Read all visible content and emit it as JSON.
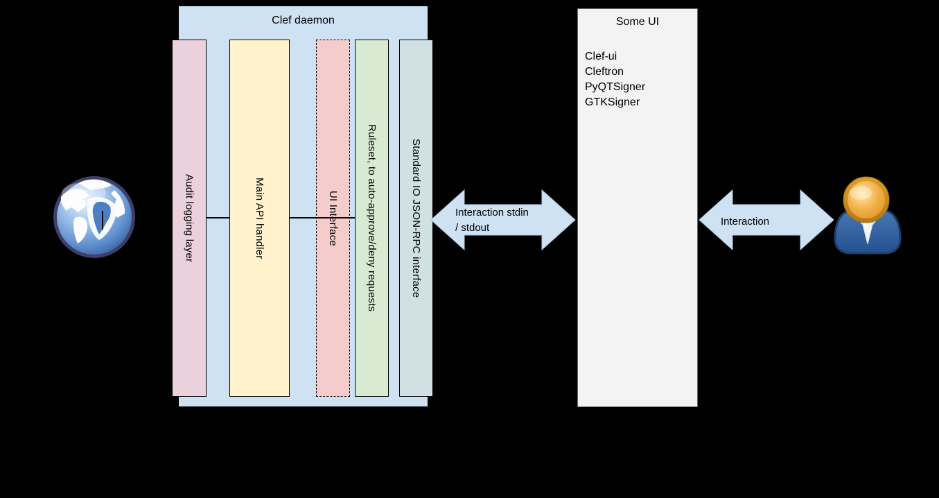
{
  "diagram": {
    "background_color": "#000000",
    "clef_daemon": {
      "title": "Clef daemon",
      "fill": "#cfe2f3",
      "bars": [
        {
          "label": "Audit logging layer",
          "fill": "#ead1dc",
          "border_style": "solid"
        },
        {
          "label": "Main API handler",
          "fill": "#fff2cc",
          "border_style": "solid"
        },
        {
          "label": "UI Interface",
          "fill": "#f4cccc",
          "border_style": "dashed"
        },
        {
          "label": "Ruleset, to auto-approve/deny requests",
          "fill": "#d9ead3",
          "border_style": "solid"
        },
        {
          "label": "Standard IO JSON-RPC interface",
          "fill": "#d0e0e3",
          "border_style": "solid"
        }
      ]
    },
    "some_ui": {
      "title": "Some UI",
      "fill": "#f3f3f3",
      "items": [
        "Clef-ui",
        "Cleftron",
        "PyQTSigner",
        "GTKSigner"
      ]
    },
    "arrows": [
      {
        "name": "stdio-interaction-arrow",
        "fill": "#cfe2f3",
        "label_lines": [
          "Interaction stdin",
          "/ stdout"
        ]
      },
      {
        "name": "user-interaction-arrow",
        "fill": "#cfe2f3",
        "label_lines": [
          "Interaction"
        ]
      }
    ],
    "icons": [
      "globe-icon",
      "user-icon"
    ]
  }
}
